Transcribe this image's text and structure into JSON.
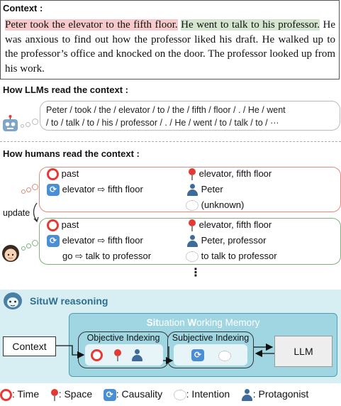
{
  "context_section": {
    "header": "Context :",
    "highlight_red": "Peter took the elevator to the fifth floor.",
    "highlight_green": "He went to talk to his professor.",
    "rest": " He was anxious to find out how the professor liked his draft. He walked up to the professor’s office and knocked on the door. The professor looked up from his work."
  },
  "llm_section": {
    "header": "How LLMs read the context :",
    "token_line_1": "Peter / took / the / elevator / to / the / fifth / floor / . / He / went",
    "token_line_2": "/ to / talk / to / his / professor / . / He / went / to / talk / to / ···"
  },
  "human_section": {
    "header": "How humans read the context :",
    "update_label": "update",
    "ellipsis": "⋮",
    "state_1": {
      "time": "past",
      "causality": "elevator ⇨ fifth floor",
      "space": "elevator, fifth floor",
      "protagonist": "Peter",
      "intention": "(unknown)"
    },
    "state_2": {
      "time": "past",
      "causality_1": "elevator ⇨ fifth floor",
      "causality_2": "go ⇨ talk to professor",
      "space": "elevator, fifth floor",
      "protagonist": "Peter, professor",
      "intention": "to talk to professor"
    }
  },
  "situw": {
    "title": "SituW reasoning",
    "memory_title_1": "Sit",
    "memory_title_2": "u",
    "memory_title_3": "ation ",
    "memory_title_4": "W",
    "memory_title_5": "orking Memory",
    "objective_label": "Objective Indexing",
    "subjective_label": "Subjective Indexing",
    "context_label": "Context",
    "llm_label": "LLM"
  },
  "legend": {
    "time": ": Time",
    "space": ": Space",
    "causality": ": Causality",
    "intention": ": Intention",
    "protagonist": ": Protagonist"
  },
  "colors": {
    "red_box": "#e28a7b",
    "green_box": "#7fb17b",
    "panel_bg": "#d7eef3",
    "memory_bg": "#9fd6e2"
  },
  "icons": [
    "alarm-clock-icon",
    "pin-icon",
    "cycle-icon",
    "thought-bubble-icon",
    "person-icon",
    "robot-icon",
    "girl-icon",
    "yeti-icon"
  ]
}
